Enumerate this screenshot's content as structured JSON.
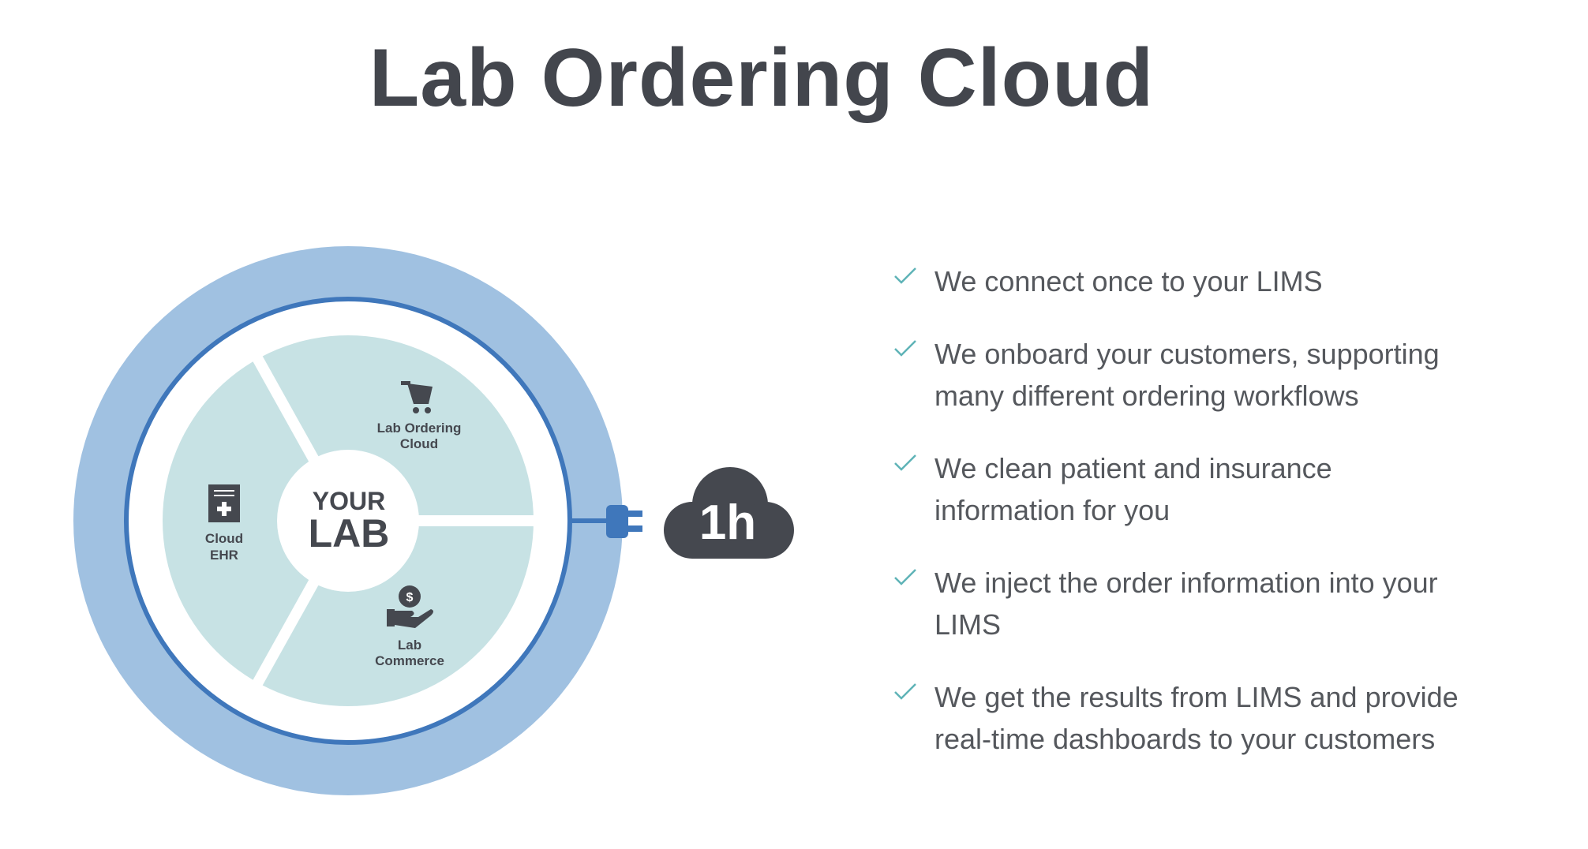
{
  "title": "Lab Ordering Cloud",
  "diagram": {
    "center_line1": "YOUR",
    "center_line2": "LAB",
    "segments": [
      {
        "label_line1": "Lab Ordering",
        "label_line2": "Cloud",
        "icon": "shopping-cart-icon"
      },
      {
        "label_line1": "Cloud",
        "label_line2": "EHR",
        "icon": "medical-document-icon"
      },
      {
        "label_line1": "Lab",
        "label_line2": "Commerce",
        "icon": "hand-coin-icon"
      }
    ],
    "cloud_badge": "1h",
    "colors": {
      "outer_ring": "#a0c1e1",
      "ring_line": "#3f77bb",
      "segment": "#c7e2e4",
      "dark": "#45484f",
      "check": "#5fb3b7"
    }
  },
  "benefits": [
    {
      "lines": [
        "We connect once to your LIMS"
      ]
    },
    {
      "lines": [
        "We onboard your customers, supporting",
        "many different ordering workflows"
      ]
    },
    {
      "lines": [
        "We clean patient and insurance",
        "information for you"
      ]
    },
    {
      "lines": [
        "We inject the order information into your",
        "LIMS"
      ]
    },
    {
      "lines": [
        "We get the results from LIMS and provide",
        "real-time dashboards to your customers"
      ]
    }
  ]
}
